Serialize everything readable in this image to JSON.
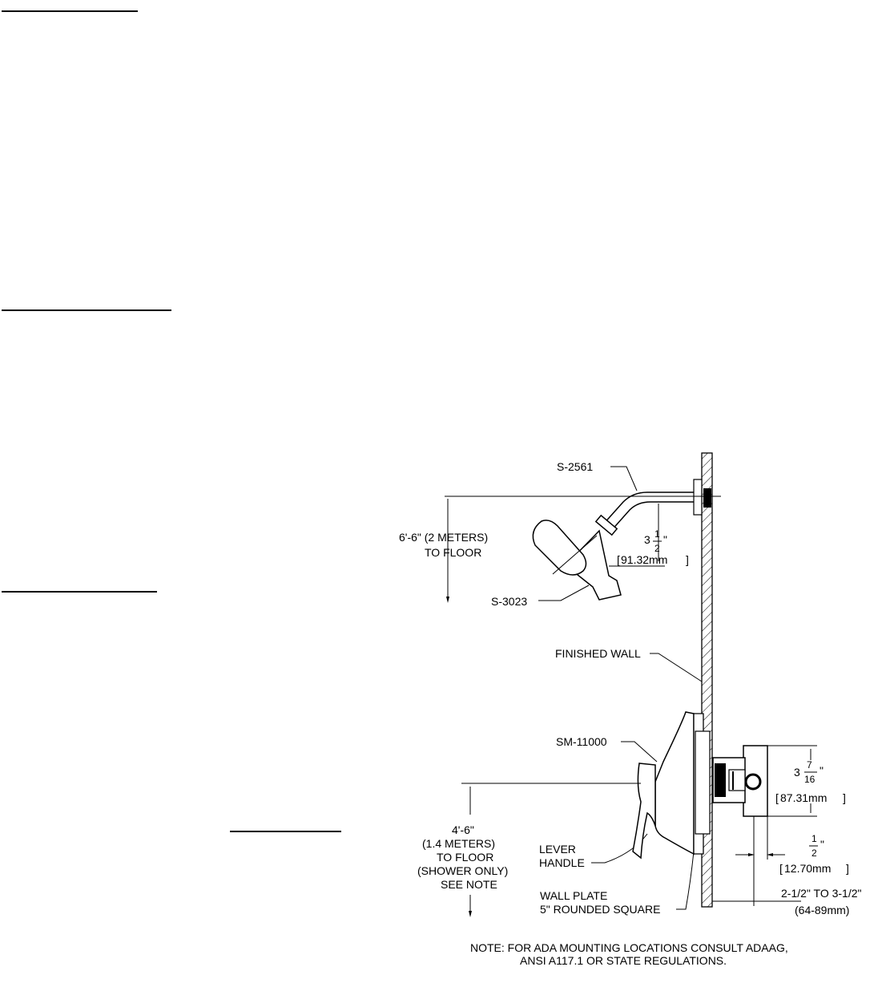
{
  "labels": {
    "showerArm": "S-2561",
    "showerHead": "S-3023",
    "headHeightLine1": "6'-6\" (2 METERS)",
    "headHeightLine2": "TO FLOOR",
    "armDropWhole": "3",
    "armDropNum": "1",
    "armDropDen": "2",
    "armDropInch": "\"",
    "armDropMm": "91.32mm",
    "finishedWall": "FINISHED WALL",
    "valve": "SM-11000",
    "valveDepthWhole": "3",
    "valveDepthNum": "7",
    "valveDepthDen": "16",
    "valveDepthInch": "\"",
    "valveDepthMm": "87.31mm",
    "halfNum": "1",
    "halfDen": "2",
    "halfInch": "\"",
    "halfMm": "12.70mm",
    "roughRange": "2-1/2\" TO 3-1/2\"",
    "roughRangeMm": "(64-89mm)",
    "valveHeight1": "4'-6\"",
    "valveHeight2": "(1.4 METERS)",
    "valveHeight3": "TO FLOOR",
    "valveHeight4": "(SHOWER ONLY)",
    "valveHeight5": "SEE NOTE",
    "lever1": "LEVER",
    "lever2": "HANDLE",
    "wallPlate1": "WALL PLATE",
    "wallPlate2": "5\" ROUNDED SQUARE",
    "note1": "NOTE: FOR ADA MOUNTING LOCATIONS CONSULT ADAAG,",
    "note2": "ANSI A117.1 OR STATE REGULATIONS."
  }
}
